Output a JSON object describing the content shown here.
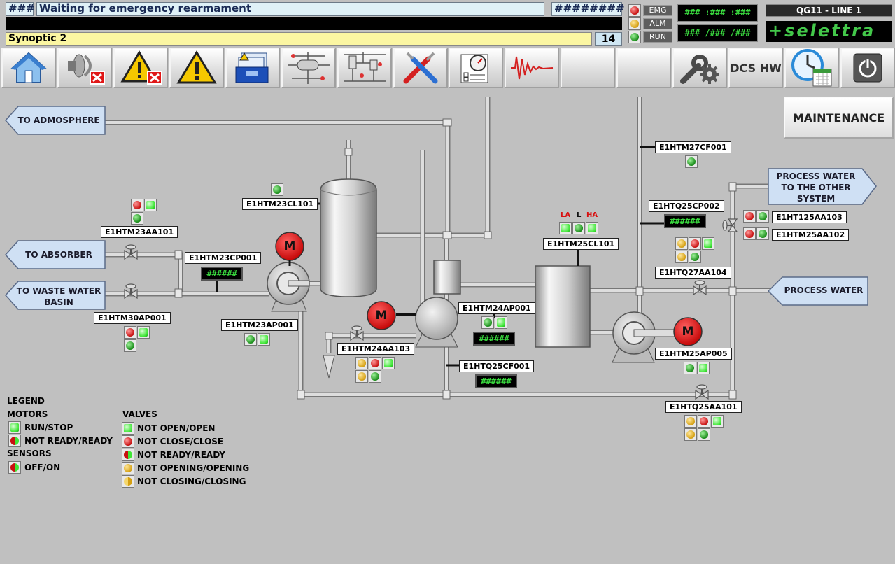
{
  "header": {
    "left_code": "###",
    "message": "Waiting for emergency rearmament",
    "right_code": "########",
    "synoptic_title": "Synoptic 2",
    "page_number": "14",
    "status": {
      "emg": "EMG",
      "alm": "ALM",
      "run": "RUN"
    },
    "display_top": "### :### :###",
    "display_bottom": "### /### /###",
    "line_title": "QG11 - LINE 1",
    "brand": "+selettra"
  },
  "toolbar": {
    "items": [
      {
        "name": "home",
        "icon": "home-icon"
      },
      {
        "name": "silence-horn",
        "icon": "horn-silence-icon"
      },
      {
        "name": "acknowledge-alarm",
        "icon": "alarm-ack-icon"
      },
      {
        "name": "alarms",
        "icon": "warning-icon"
      },
      {
        "name": "archive",
        "icon": "archive-icon"
      },
      {
        "name": "synoptic-1",
        "icon": "synoptic-1-icon"
      },
      {
        "name": "synoptic-2",
        "icon": "synoptic-2-icon"
      },
      {
        "name": "tools",
        "icon": "tools-icon"
      },
      {
        "name": "checklist",
        "icon": "gauge-checklist-icon"
      },
      {
        "name": "trend",
        "icon": "trend-icon"
      },
      {
        "name": "blank-1",
        "icon": ""
      },
      {
        "name": "blank-2",
        "icon": ""
      },
      {
        "name": "settings",
        "icon": "wrench-gear-icon"
      },
      {
        "name": "dcs-hw",
        "label": "DCS HW"
      },
      {
        "name": "scheduler",
        "icon": "clock-calendar-icon"
      },
      {
        "name": "power",
        "icon": "power-icon"
      }
    ]
  },
  "maintenance_button": "MAINTENANCE",
  "arrows": {
    "atmosphere": "TO ADMOSPHERE",
    "absorber": "TO ABSORBER",
    "waste_line1": "TO WASTE WATER",
    "waste_line2": "BASIN",
    "process_other_1": "PROCESS WATER",
    "process_other_2": "TO THE OTHER",
    "process_other_3": "SYSTEM",
    "process_water": "PROCESS WATER"
  },
  "tags": {
    "e1htm23cl101": "E1HTM23CL101",
    "e1htm23aa101": "E1HTM23AA101",
    "e1htm23cp001": "E1HTM23CP001",
    "e1htm30ap001": "E1HTM30AP001",
    "e1htm23ap001": "E1HTM23AP001",
    "e1htm24ap001": "E1HTM24AP001",
    "e1htm24aa103": "E1HTM24AA103",
    "e1htq25cf001": "E1HTQ25CF001",
    "e1htm25cl101": "E1HTM25CL101",
    "e1htm27cf001": "E1HTM27CF001",
    "e1htq25cp002": "E1HTQ25CP002",
    "e1ht125aa103": "E1HT125AA103",
    "e1htm25aa102": "E1HTM25AA102",
    "e1htq27aa104": "E1HTQ27AA104",
    "e1htm25ap005": "E1HTM25AP005",
    "e1htq25aa101": "E1HTQ25AA101"
  },
  "fields": {
    "cp001": "######",
    "cp002": "######",
    "ap001": "######",
    "cf001": "######"
  },
  "level_labels": {
    "la": "LA",
    "l": "L",
    "ha": "HA"
  },
  "motor_letter": "M",
  "legend": {
    "title": "LEGEND",
    "motors": "MOTORS",
    "run_stop": "RUN/STOP",
    "not_ready_ready_m": "NOT READY/READY",
    "sensors": "SENSORS",
    "off_on": "OFF/ON",
    "valves": "VALVES",
    "not_open_open": "NOT OPEN/OPEN",
    "not_close_close": "NOT CLOSE/CLOSE",
    "not_ready_ready_v": "NOT READY/READY",
    "not_opening_opening": "NOT OPENING/OPENING",
    "not_closing_closing": "NOT CLOSING/CLOSING"
  },
  "colors": {
    "background": "#c0c0c0",
    "indicator_green": "#3fe636",
    "indicator_dark_green": "#1a8d1a",
    "indicator_red": "#c81010",
    "indicator_yellow": "#d5a012",
    "motor_red": "#e01010",
    "arrow_fill": "#cfe0f4",
    "digital_green": "#39d83e"
  }
}
